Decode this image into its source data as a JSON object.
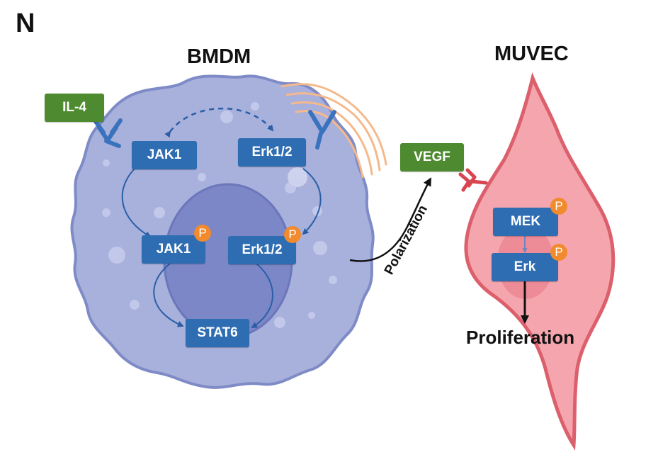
{
  "panel_letter": "N",
  "bmdm": {
    "title": "BMDM",
    "il4": "IL-4",
    "jak1_top": "JAK1",
    "erk_top": "Erk1/2",
    "jak1_p": "JAK1",
    "erk_p": "Erk1/2",
    "stat6": "STAT6",
    "phospho": "P"
  },
  "vegf": "VEGF",
  "polarization": "Polarization",
  "muvec": {
    "title": "MUVEC",
    "mek": "MEK",
    "erk": "Erk",
    "phospho": "P",
    "proliferation": "Proliferation"
  },
  "colors": {
    "cell_fill": "#a8b0dc",
    "cell_border": "#7f8bc6",
    "nucleus": "#7c87c8",
    "box_blue": "#2f6db2",
    "box_green": "#4e8a2f",
    "receptor": "#3a73bd",
    "phospho": "#f28a2e",
    "muvec_fill": "#f4a5ad",
    "muvec_border": "#dc5f6c",
    "fiber": "#f5b98b"
  }
}
